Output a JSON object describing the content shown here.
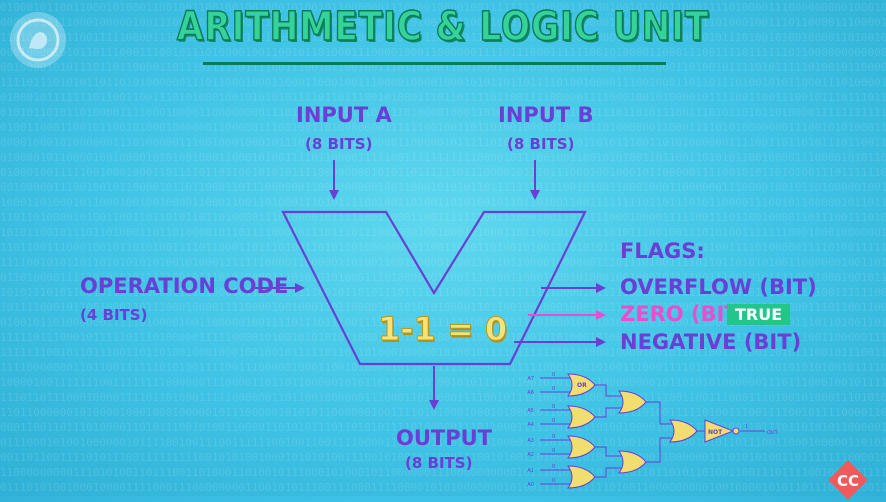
{
  "title": "ARITHMETIC & LOGIC UNIT",
  "inputs": {
    "a": {
      "label": "INPUT A",
      "bits": "(8 BITS)"
    },
    "b": {
      "label": "INPUT B",
      "bits": "(8 BITS)"
    }
  },
  "operation": {
    "label": "OPERATION CODE",
    "bits": "(4 BITS)"
  },
  "output": {
    "label": "OUTPUT",
    "bits": "(8 BITS)"
  },
  "equation": "1-1 = 0",
  "flags": {
    "heading": "FLAGS:",
    "overflow": "OVERFLOW (BIT)",
    "zero": "ZERO (BIT)",
    "zero_value": "TRUE",
    "negative": "NEGATIVE (BIT)"
  },
  "circuit": {
    "input_labels": [
      "A0",
      "A1",
      "A2",
      "A3",
      "A4",
      "A5",
      "A6",
      "A7"
    ],
    "input_values": [
      "0",
      "0",
      "0",
      "0",
      "0",
      "0",
      "0",
      "0"
    ],
    "gate_or_label": "OR",
    "gate_not_label": "NOT",
    "out_value": "1",
    "out_label": "OUT"
  },
  "colors": {
    "background": "#3fc3e6",
    "label": "#6a3fd4",
    "zero_flag": "#e84fd0",
    "true_badge": "#22c58a",
    "title": "#35d29a",
    "equation": "#f4e27a",
    "gate_fill": "#f2de6e"
  },
  "icons": {
    "logo": "pbs-logo-icon",
    "badge": "crash-course-cc-icon"
  }
}
